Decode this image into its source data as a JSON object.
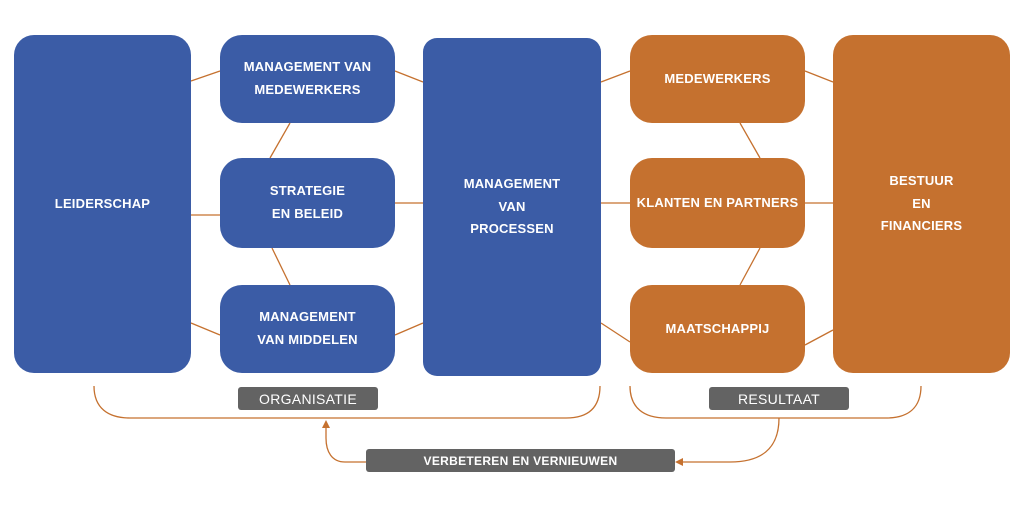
{
  "boxes": {
    "leiderschap": [
      "LEIDERSCHAP"
    ],
    "management_medewerkers": [
      "MANAGEMENT VAN",
      "MEDEWERKERS"
    ],
    "strategie": [
      "STRATEGIE",
      "EN BELEID"
    ],
    "management_middelen": [
      "MANAGEMENT",
      "VAN MIDDELEN"
    ],
    "management_processen": [
      "MANAGEMENT",
      "VAN",
      "PROCESSEN"
    ],
    "medewerkers": [
      "MEDEWERKERS"
    ],
    "klanten": [
      "KLANTEN EN PARTNERS"
    ],
    "maatschappij": [
      "MAATSCHAPPIJ"
    ],
    "bestuur": [
      "BESTUUR",
      "EN",
      "FINANCIERS"
    ]
  },
  "groups": {
    "organisatie": "ORGANISATIE",
    "resultaat": "RESULTAAT"
  },
  "feedback": "VERBETEREN EN VERNIEUWEN",
  "colors": {
    "organisation": "#3b5ca6",
    "result": "#c5712f",
    "label": "#636363"
  }
}
